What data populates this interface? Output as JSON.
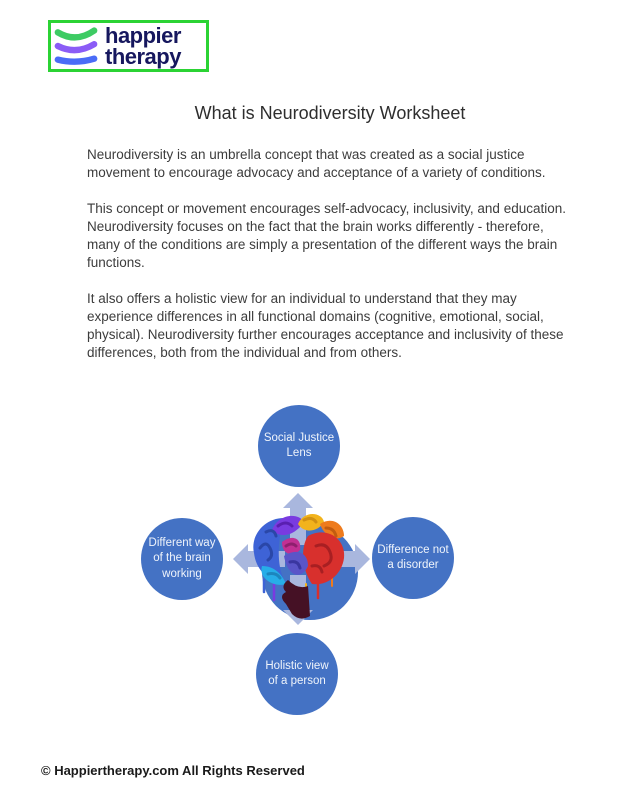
{
  "colors": {
    "circle_blue": "#4472C4",
    "arrow_periwinkle": "#A9B7DE",
    "logo_border_green": "#2BD334",
    "logo_text_navy": "#16175E",
    "stripe_green": "#3DCB63",
    "stripe_purple": "#8B5CF6",
    "stripe_blue": "#4A6CF7",
    "body_text": "#3C3C3C"
  },
  "logo": {
    "word1": "happier",
    "word2": "therapy"
  },
  "title": "What is Neurodiversity Worksheet",
  "paragraphs": {
    "p1": "Neurodiversity is an umbrella concept that was created as a social justice movement to encourage advocacy and acceptance of a variety of conditions.",
    "p2": "This concept or movement encourages self-advocacy, inclusivity, and education. Neurodiversity focuses on the fact that the brain works differently - therefore, many of the conditions are simply a presentation of the different ways the brain functions.",
    "p3": "It also offers a holistic view for an individual to understand that they may experience differences in all functional domains (cognitive, emotional, social, physical). Neurodiversity further encourages acceptance and inclusivity of these differences, both from the individual and from others."
  },
  "diagram": {
    "top_label": "Social Justice Lens",
    "right_label": "Difference not a disorder",
    "bottom_label": "Holistic view of a person",
    "left_label": "Different way of the brain working"
  },
  "footer": "© Happiertherapy.com All Rights Reserved"
}
